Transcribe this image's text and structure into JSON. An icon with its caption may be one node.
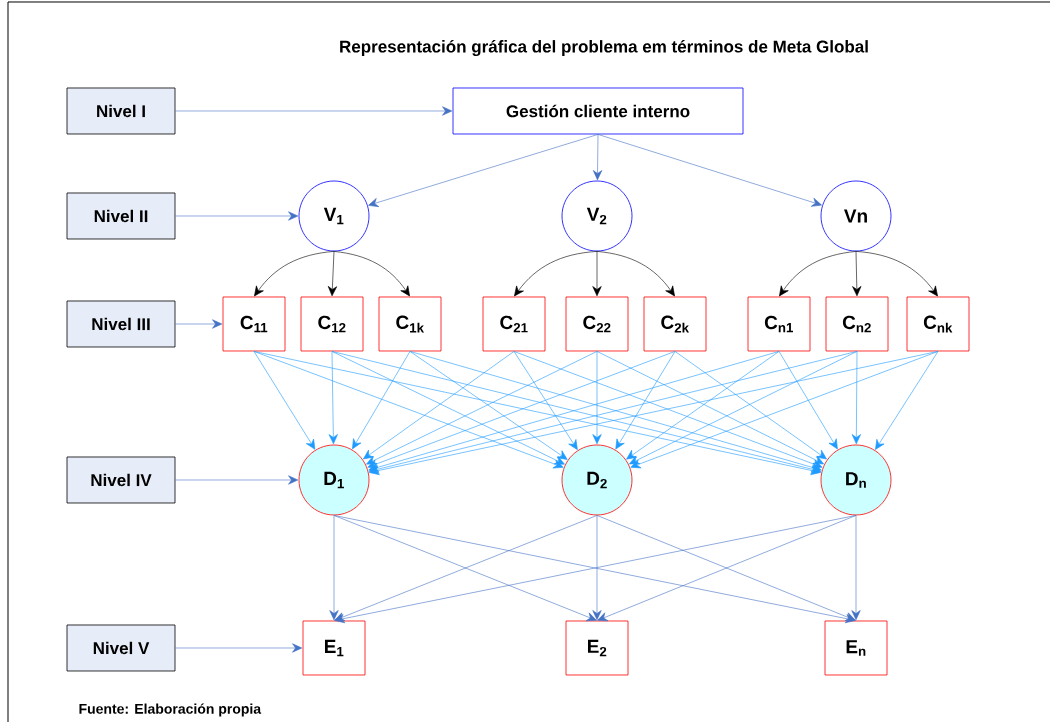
{
  "diagram": {
    "title": "Representación gráfica del problema em términos de Meta Global",
    "caption": "Fuente: Elaboración propia",
    "nodes": [
      {
        "text": [
          "Nivel I"
        ]
      },
      {
        "text": [
          "Gestión cliente interno"
        ]
      },
      {
        "text": [
          "Nivel II"
        ]
      },
      {
        "text": [
          "V$_{1}$"
        ]
      },
      {
        "text": [
          "V$_{2}$"
        ]
      },
      {
        "text": [
          "Vn"
        ]
      },
      {
        "text": [
          "Nivel III"
        ]
      },
      {
        "text": [
          "C$_{11}$"
        ]
      },
      {
        "text": [
          "C$_{12}$"
        ]
      },
      {
        "text": [
          "C$_{1k}$"
        ]
      },
      {
        "text": [
          "C$_{21}$"
        ]
      },
      {
        "text": [
          "C$_{22}$"
        ]
      },
      {
        "text": [
          "C$_{2k}$"
        ]
      },
      {
        "text": [
          "C$_{n1}$"
        ]
      },
      {
        "text": [
          "C$_{n2}$"
        ]
      },
      {
        "text": [
          "C$_{nk}$"
        ]
      },
      {
        "text": [
          "Nivel IV"
        ]
      },
      {
        "text": [
          "D$_{1}$"
        ]
      },
      {
        "text": [
          "D$_{2}$"
        ]
      },
      {
        "text": [
          "D$_{n}$"
        ]
      },
      {
        "text": [
          "Nivel V"
        ]
      },
      {
        "text": [
          "E$_{1}$"
        ]
      },
      {
        "text": [
          "E$_{2}$"
        ]
      },
      {
        "text": [
          "E$_{n}$"
        ]
      }
    ],
    "edges": [
      {
        "from": 0,
        "to": 1,
        "arrow": "to",
        "color": "#4472c4"
      },
      {
        "from": 1,
        "to": 3,
        "arrow": "to",
        "color": "#4472c4"
      },
      {
        "from": 1,
        "to": 4,
        "arrow": "to",
        "color": "#4472c4"
      },
      {
        "from": 1,
        "to": 5,
        "arrow": "to",
        "color": "#4472c4"
      },
      {
        "from": 2,
        "to": 3,
        "arrow": "to",
        "color": "#4472c4"
      },
      {
        "from": 3,
        "to": 7,
        "arrow": "to",
        "color": "#000000"
      },
      {
        "from": 3,
        "to": 8,
        "arrow": "to",
        "color": "#000000"
      },
      {
        "from": 3,
        "to": 9,
        "arrow": "to",
        "color": "#000000"
      },
      {
        "from": 4,
        "to": 10,
        "arrow": "to",
        "color": "#000000"
      },
      {
        "from": 4,
        "to": 11,
        "arrow": "to",
        "color": "#000000"
      },
      {
        "from": 4,
        "to": 12,
        "arrow": "to",
        "color": "#000000"
      },
      {
        "from": 5,
        "to": 13,
        "arrow": "to",
        "color": "#000000"
      },
      {
        "from": 5,
        "to": 14,
        "arrow": "to",
        "color": "#000000"
      },
      {
        "from": 5,
        "to": 15,
        "arrow": "to",
        "color": "#000000"
      },
      {
        "from": 6,
        "to": 7,
        "arrow": "to",
        "color": "#4472c4"
      },
      {
        "from": 7,
        "to": 17,
        "arrow": "to"
      },
      {
        "from": 7,
        "to": 18,
        "arrow": "to"
      },
      {
        "from": 7,
        "to": 19,
        "arrow": "to"
      },
      {
        "from": 8,
        "to": 17,
        "arrow": "to"
      },
      {
        "from": 8,
        "to": 18,
        "arrow": "to"
      },
      {
        "from": 8,
        "to": 19,
        "arrow": "to"
      },
      {
        "from": 9,
        "to": 17,
        "arrow": "to"
      },
      {
        "from": 9,
        "to": 18,
        "arrow": "to"
      },
      {
        "from": 9,
        "to": 19,
        "arrow": "to"
      },
      {
        "from": 10,
        "to": 17,
        "arrow": "to"
      },
      {
        "from": 10,
        "to": 18,
        "arrow": "to"
      },
      {
        "from": 10,
        "to": 19,
        "arrow": "to"
      },
      {
        "from": 11,
        "to": 17,
        "arrow": "to"
      },
      {
        "from": 11,
        "to": 18,
        "arrow": "to"
      },
      {
        "from": 11,
        "to": 19,
        "arrow": "to"
      },
      {
        "from": 12,
        "to": 17,
        "arrow": "to"
      },
      {
        "from": 12,
        "to": 18,
        "arrow": "to"
      },
      {
        "from": 12,
        "to": 19,
        "arrow": "to"
      },
      {
        "from": 13,
        "to": 17,
        "arrow": "to"
      },
      {
        "from": 13,
        "to": 18,
        "arrow": "to"
      },
      {
        "from": 13,
        "to": 19,
        "arrow": "to"
      },
      {
        "from": 14,
        "to": 17,
        "arrow": "to"
      },
      {
        "from": 14,
        "to": 18,
        "arrow": "to"
      },
      {
        "from": 14,
        "to": 19,
        "arrow": "to"
      },
      {
        "from": 15,
        "to": 17,
        "arrow": "to"
      },
      {
        "from": 15,
        "to": 18,
        "arrow": "to"
      },
      {
        "from": 15,
        "to": 19,
        "arrow": "to"
      },
      {
        "from": 16,
        "to": 17,
        "arrow": "to",
        "color": "#4472c4"
      },
      {
        "from": 17,
        "to": 21,
        "arrow": "to",
        "color": "#4472c4"
      },
      {
        "from": 17,
        "to": 22,
        "arrow": "to",
        "color": "#4472c4"
      },
      {
        "from": 17,
        "to": 23,
        "arrow": "to",
        "color": "#4472c4"
      },
      {
        "from": 18,
        "to": 21,
        "arrow": "to",
        "color": "#4472c4"
      },
      {
        "from": 18,
        "to": 22,
        "arrow": "to",
        "color": "#4472c4"
      },
      {
        "from": 18,
        "to": 23,
        "arrow": "to",
        "color": "#4472c4"
      },
      {
        "from": 19,
        "to": 21,
        "arrow": "to",
        "color": "#4472c4"
      },
      {
        "from": 19,
        "to": 22,
        "arrow": "to",
        "color": "#4472c4"
      },
      {
        "from": 19,
        "to": 23,
        "arrow": "to",
        "color": "#4472c4"
      },
      {
        "from": 20,
        "to": 21,
        "arrow": "to",
        "color": "#4472c4"
      }
    ]
  }
}
